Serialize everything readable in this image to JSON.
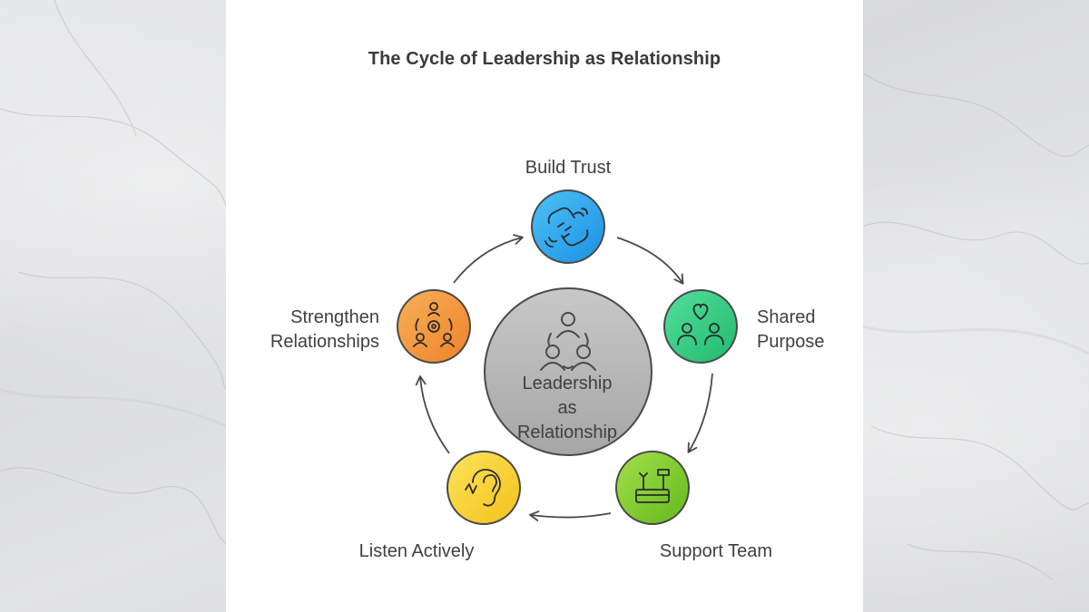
{
  "title": "The Cycle of Leadership as Relationship",
  "center": {
    "line1": "Leadership",
    "line2": "as",
    "line3": "Relationship",
    "icon": "team-people-icon"
  },
  "steps": [
    {
      "label": "Build Trust",
      "icon": "handshake-icon",
      "color": "#2aa8ef"
    },
    {
      "label_line1": "Shared",
      "label_line2": "Purpose",
      "icon": "heart-people-icon",
      "color": "#2fcf84"
    },
    {
      "label": "Support Team",
      "icon": "tools-icon",
      "color": "#7fcc2e"
    },
    {
      "label": "Listen Actively",
      "icon": "ear-icon",
      "color": "#f5d52a"
    },
    {
      "label_line1": "Strengthen",
      "label_line2": "Relationships",
      "icon": "group-gear-icon",
      "color": "#f39a3c"
    }
  ],
  "colors": {
    "background": "#dedfe1",
    "card": "#ffffff",
    "text": "#3f3f3f",
    "arrow": "#4a4a4a",
    "center_fill": "#b3b3b3"
  }
}
